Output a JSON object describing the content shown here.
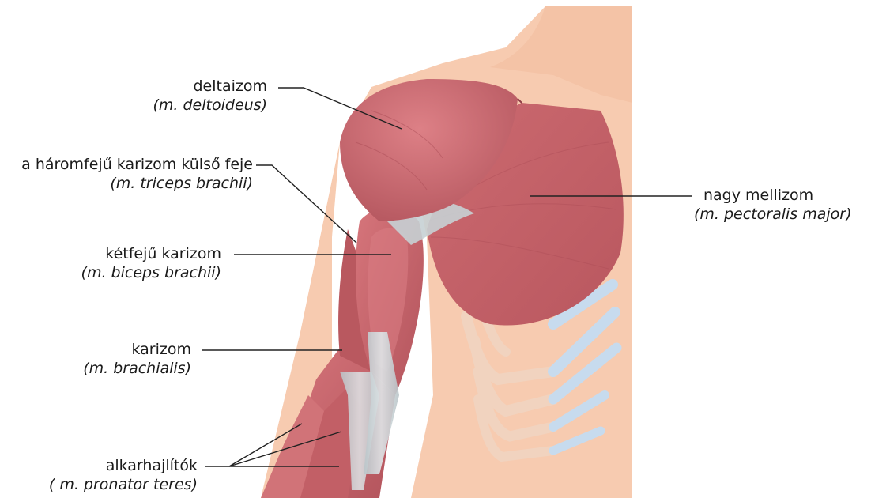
{
  "labels": {
    "deltoid": {
      "name": "deltaizom",
      "latin": "(m. deltoideus)"
    },
    "triceps": {
      "name": "a háromfejű karizom külső feje",
      "latin": "(m. triceps brachii)"
    },
    "biceps": {
      "name": "kétfejű karizom",
      "latin": "(m. biceps brachii)"
    },
    "brachialis": {
      "name": "karizom",
      "latin": "(m. brachialis)"
    },
    "forearm_flexors": {
      "name": "alkarhajlítók",
      "latin": "( m. pronator teres)"
    },
    "pectoralis": {
      "name": "nagy mellizom",
      "latin": "(m. pectoralis major)"
    }
  },
  "colors": {
    "skin": "#f7cbb0",
    "skin_shadow": "#eeb89c",
    "muscle": "#c8646a",
    "muscle_dark": "#a94c55",
    "muscle_light": "#e28d92",
    "tendon": "#c9d3d6",
    "rib": "#f2d7c3",
    "cartilage": "#c7dbee",
    "leader_line": "#222222"
  }
}
